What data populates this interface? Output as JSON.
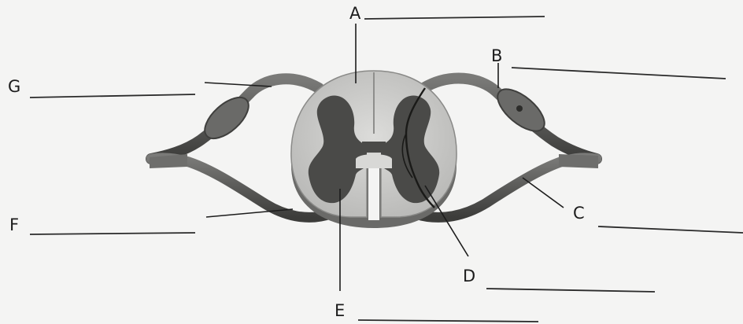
{
  "diagram": {
    "labels": {
      "a": "A",
      "b": "B",
      "c": "C",
      "d": "D",
      "e": "E",
      "f": "F",
      "g": "G"
    },
    "colors": {
      "background": "#f4f4f3",
      "white_matter": "#cfcfcd",
      "gray_matter": "#4a4a48",
      "nerve": "#5a5a58",
      "ink": "#1c1c1c"
    }
  }
}
